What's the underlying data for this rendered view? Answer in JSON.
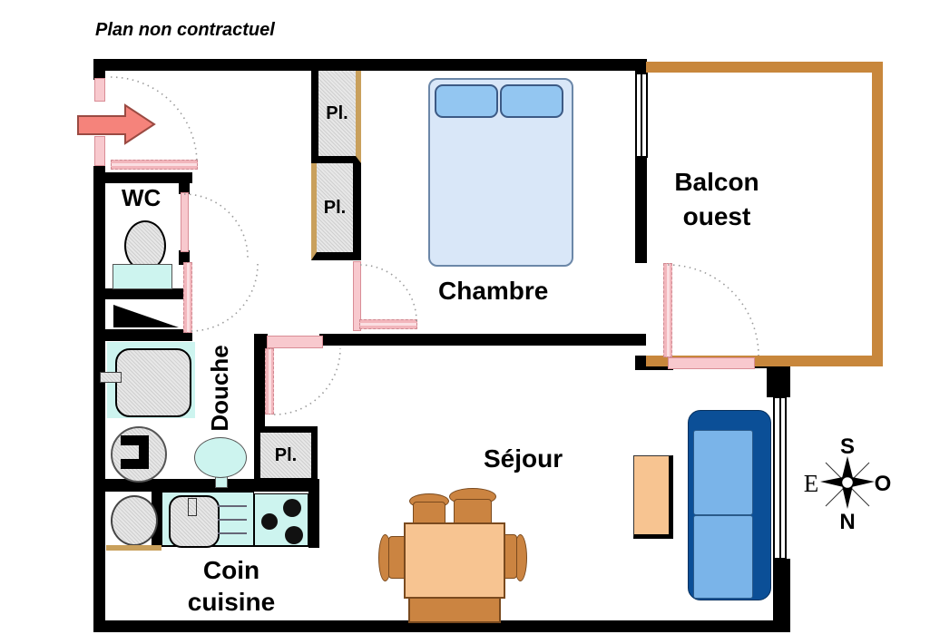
{
  "title": "Plan non contractuel",
  "rooms": {
    "wc": "WC",
    "douche": "Douche",
    "chambre": "Chambre",
    "sejour": "Séjour",
    "balcon_line1": "Balcon",
    "balcon_line2": "ouest",
    "cuisine_line1": "Coin",
    "cuisine_line2": "cuisine"
  },
  "closets": {
    "pl1": "Pl.",
    "pl2": "Pl.",
    "pl3": "Pl."
  },
  "compass": {
    "south": "S",
    "north": "N",
    "east": "E",
    "west": "O"
  },
  "icons": {
    "entrance": "entrance-arrow",
    "compass": "compass-rose",
    "doors": "quarter-circle-door-swings"
  },
  "colors": {
    "wall": "#000000",
    "door_pink": "#F8C9CE",
    "door_leaf": "#F2B6BC",
    "entry_arrow": "#F5837B",
    "fixture_cyan": "#CDF4EF",
    "hatch_gray": "#DBDBDB",
    "bed_blue": "#D9E7F8",
    "pillow_blue": "#93C6F1",
    "sofa_navy": "#0B4F97",
    "cushion_blue": "#7AB4E9",
    "wood_light": "#F7C491",
    "wood_dark": "#CB8441",
    "balcony_brown": "#C8873C",
    "closet_tan": "#C9A05C"
  }
}
